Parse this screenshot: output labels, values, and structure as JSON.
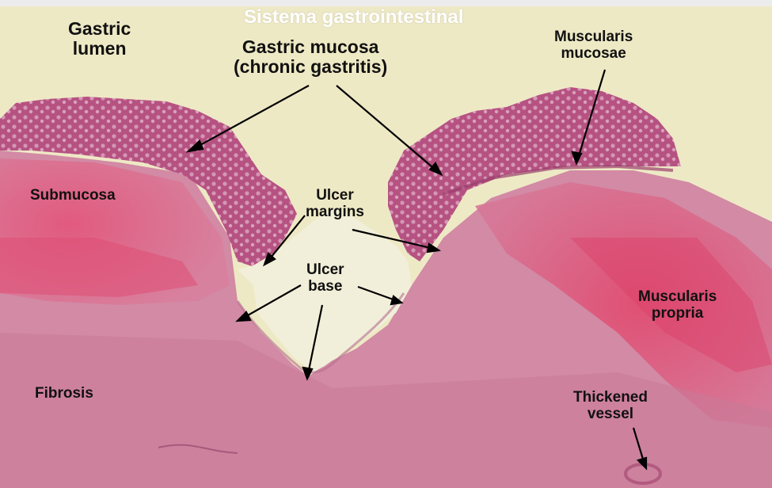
{
  "title": "Sistema gastrointestinal",
  "labels": {
    "gastric_lumen": [
      "Gastric",
      "lumen"
    ],
    "gastric_mucosa": [
      "Gastric mucosa",
      "(chronic gastritis)"
    ],
    "muscularis_mucosae": [
      "Muscularis",
      "mucosae"
    ],
    "submucosa": "Submucosa",
    "ulcer_margins": [
      "Ulcer",
      "margins"
    ],
    "ulcer_base": [
      "Ulcer",
      "base"
    ],
    "muscularis_propria": [
      "Muscularis",
      "propria"
    ],
    "fibrosis": "Fibrosis",
    "thickened_vessel": [
      "Thickened",
      "vessel"
    ]
  },
  "colors": {
    "background": "#ece7c1",
    "mucosa": "#b8507a",
    "submucosa": "#e56e8e",
    "tissue": "#cf7f9e",
    "muscularis_propria": "#e0587a"
  }
}
